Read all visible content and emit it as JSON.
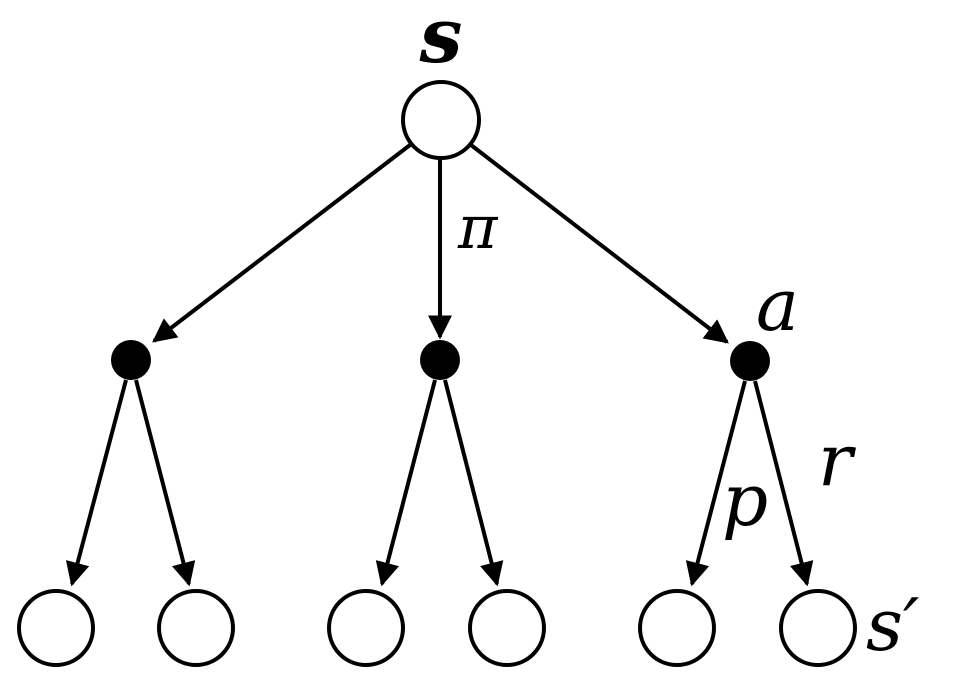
{
  "labels": {
    "root_state": "s",
    "policy": "π",
    "action": "a",
    "transition": "p",
    "reward": "r",
    "next_state": "s′"
  },
  "colors": {
    "stroke": "#000000",
    "state_fill": "#ffffff",
    "action_fill": "#000000",
    "background": "#ffffff"
  },
  "tree": {
    "root": "state",
    "branches": [
      {
        "node": "action",
        "children": [
          "state",
          "state"
        ]
      },
      {
        "node": "action",
        "children": [
          "state",
          "state"
        ]
      },
      {
        "node": "action",
        "children": [
          "state",
          "state"
        ]
      }
    ]
  }
}
